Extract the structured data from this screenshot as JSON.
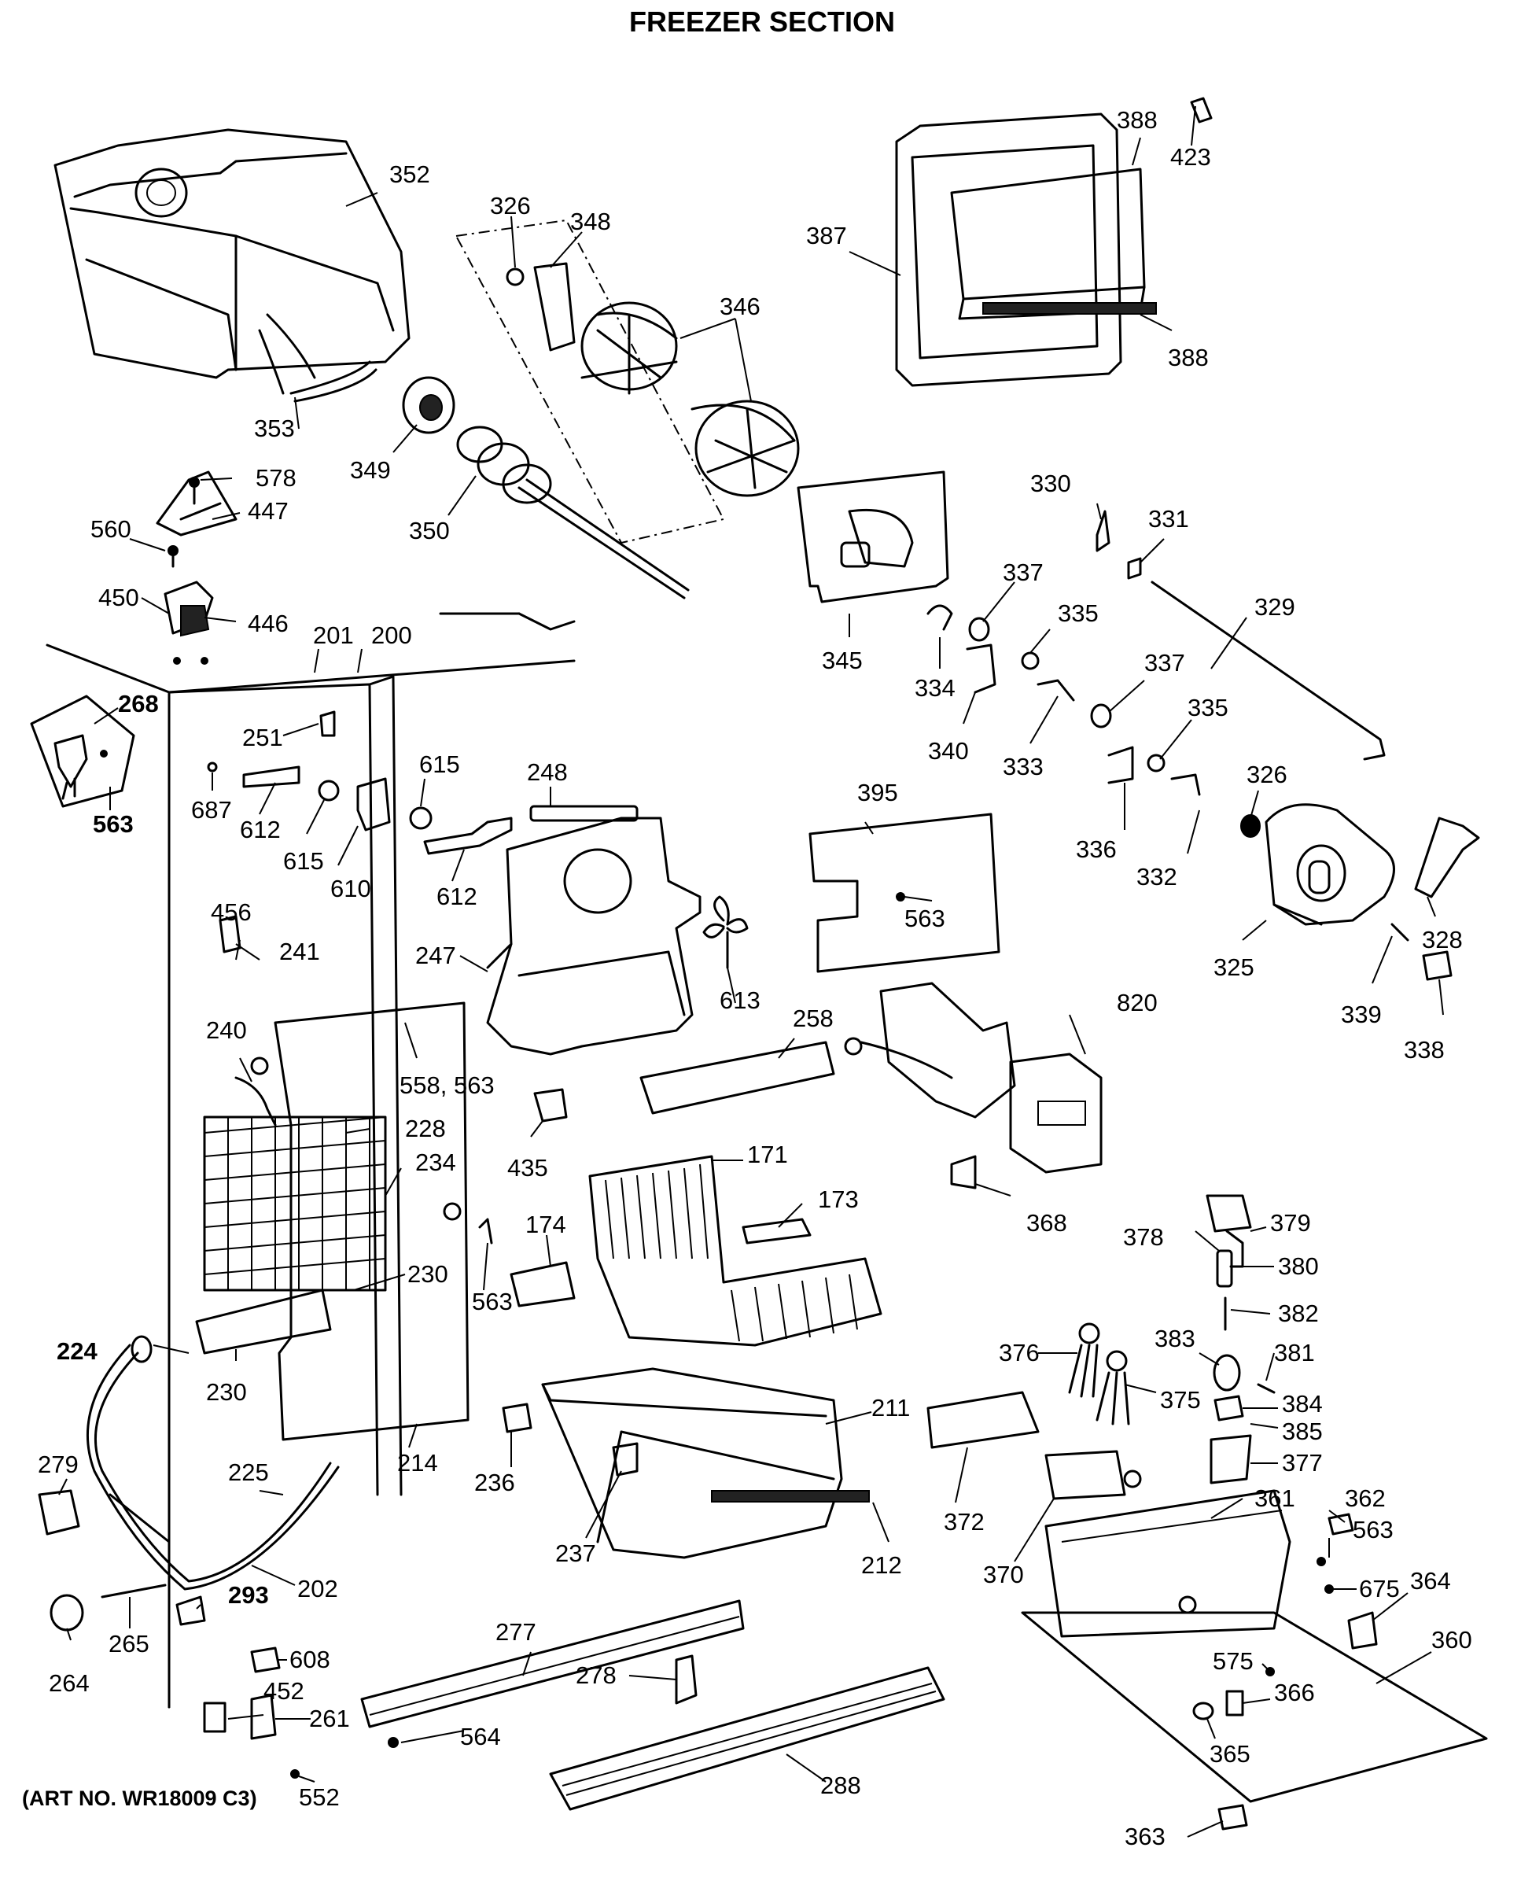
{
  "title": "FREEZER SECTION",
  "art_number": "(ART NO. WR18009 C3)",
  "labels": {
    "p352": "352",
    "p326a": "326",
    "p348": "348",
    "p346": "346",
    "p388a": "388",
    "p423": "423",
    "p387": "387",
    "p388b": "388",
    "p353": "353",
    "p349": "349",
    "p350": "350",
    "p578": "578",
    "p447": "447",
    "p560": "560",
    "p450": "450",
    "p446": "446",
    "p330": "330",
    "p331": "331",
    "p345": "345",
    "p337a": "337",
    "p334": "334",
    "p335a": "335",
    "p329": "329",
    "p340": "340",
    "p333": "333",
    "p337b": "337",
    "p335b": "335",
    "p326b": "326",
    "p336": "336",
    "p332": "332",
    "p325": "325",
    "p328": "328",
    "p339": "339",
    "p338": "338",
    "p201": "201",
    "p200": "200",
    "p268": "268",
    "p563a": "563",
    "p251": "251",
    "p687": "687",
    "p612a": "612",
    "p615a": "615",
    "p615b": "615",
    "p610": "610",
    "p612b": "612",
    "p248": "248",
    "p395": "395",
    "p563b": "563",
    "p456": "456",
    "p241": "241",
    "p247": "247",
    "p613": "613",
    "p820": "820",
    "p240": "240",
    "p558": "558, 563",
    "p258": "258",
    "p228": "228",
    "p234": "234",
    "p435": "435",
    "p171": "171",
    "p173": "173",
    "p368": "368",
    "p174": "174",
    "p378": "378",
    "p379": "379",
    "p380": "380",
    "p230a": "230",
    "p563c": "563",
    "p382": "382",
    "p376": "376",
    "p383": "383",
    "p381": "381",
    "p375": "375",
    "p224": "224",
    "p230b": "230",
    "p211": "211",
    "p384": "384",
    "p385": "385",
    "p377": "377",
    "p279": "279",
    "p214": "214",
    "p236": "236",
    "p361": "361",
    "p362": "362",
    "p225": "225",
    "p372": "372",
    "p563d": "563",
    "p237": "237",
    "p212": "212",
    "p370": "370",
    "p675": "675",
    "p364": "364",
    "p202": "202",
    "p293": "293",
    "p265": "265",
    "p277": "277",
    "p360": "360",
    "p264": "264",
    "p608": "608",
    "p575": "575",
    "p278": "278",
    "p366": "366",
    "p452": "452",
    "p261": "261",
    "p564": "564",
    "p365": "365",
    "p288": "288",
    "p552": "552",
    "p363": "363"
  },
  "colors": {
    "ink": "#000000",
    "paper": "#ffffff"
  }
}
